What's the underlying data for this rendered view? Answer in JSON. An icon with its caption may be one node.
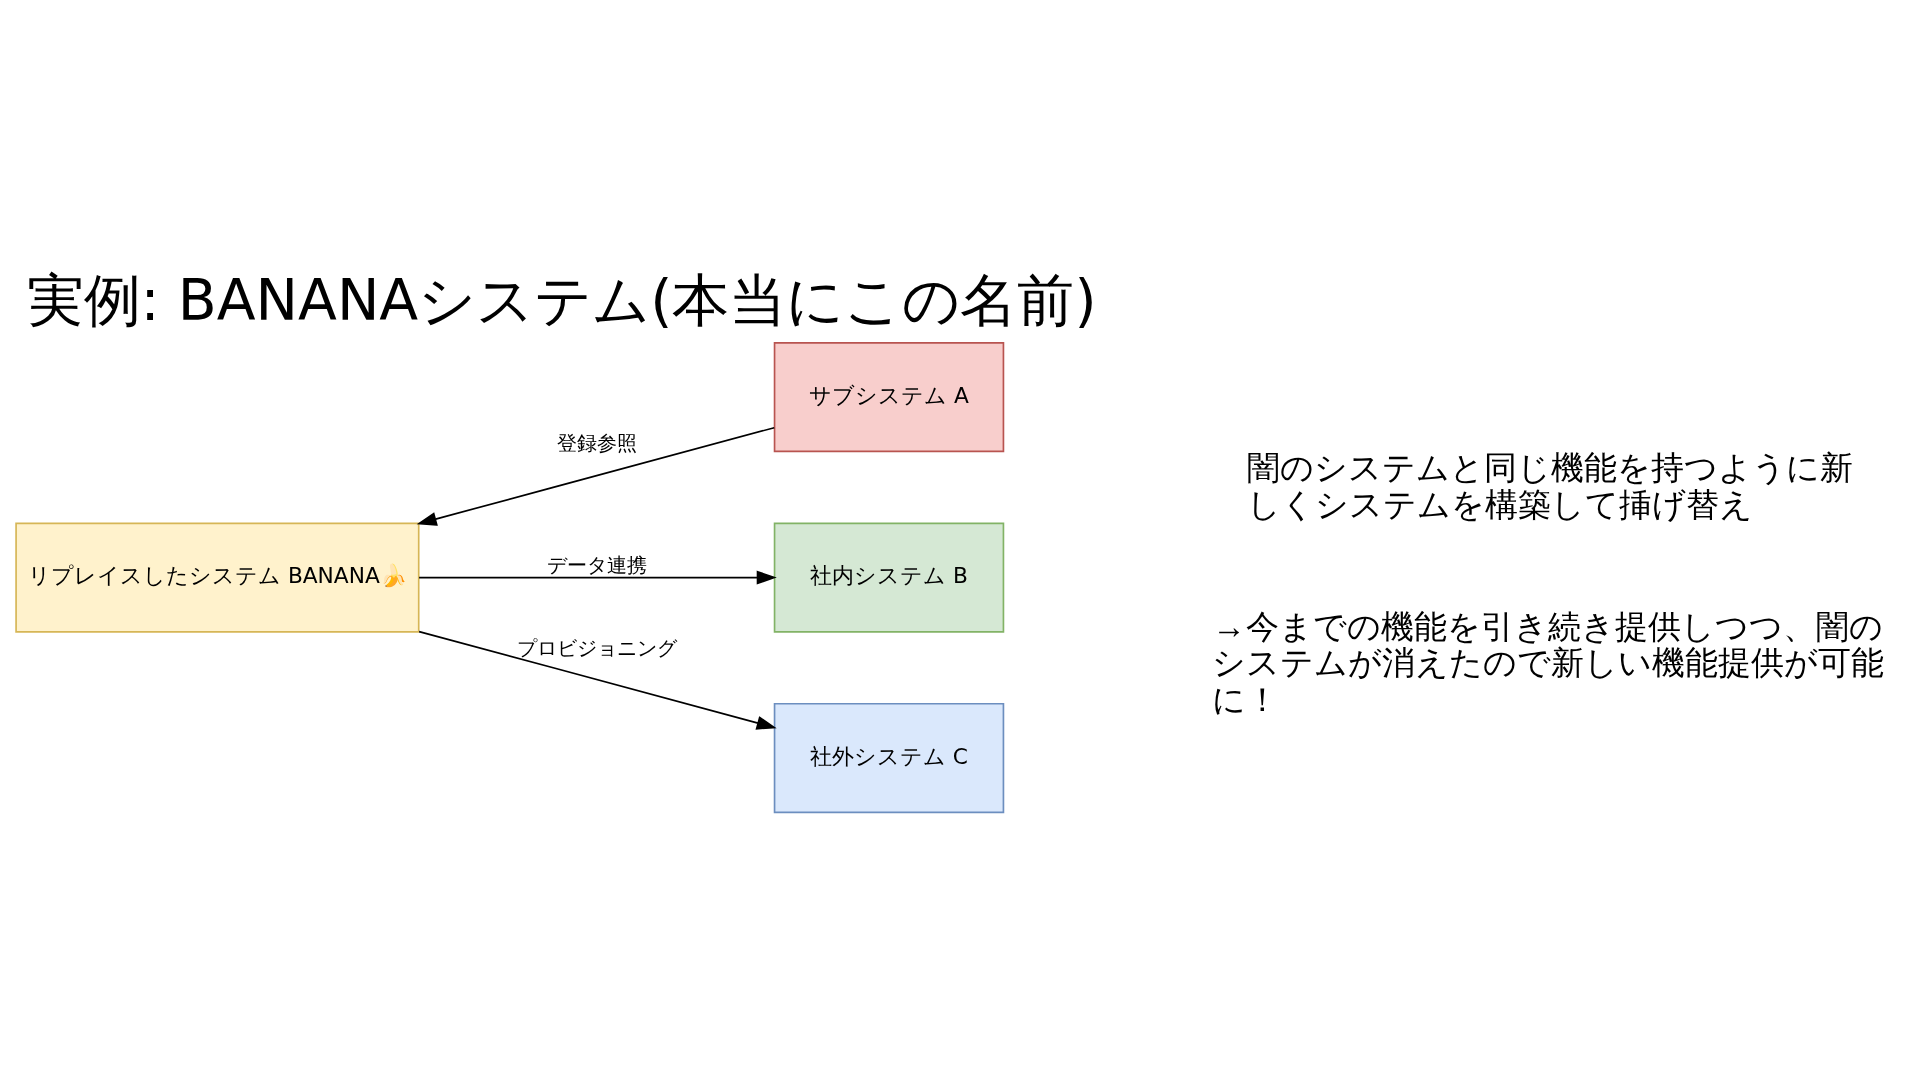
{
  "diagram": {
    "title": "実例: BANANAシステム(本当にこの名前)",
    "nodes": [
      {
        "text": [
          "サブシステム A"
        ]
      },
      {
        "text": [
          "リプレイスしたシステム BANANA🍌"
        ]
      },
      {
        "text": [
          "社内システム B"
        ]
      },
      {
        "text": [
          "社外システム C"
        ]
      }
    ],
    "edges": [
      {
        "from": 0,
        "to": 1,
        "arrow": "to",
        "label": "登録参照"
      },
      {
        "from": 1,
        "to": 2,
        "arrow": "to",
        "label": "データ連携"
      },
      {
        "from": 1,
        "to": 3,
        "arrow": "to",
        "label": "プロビジョニング"
      }
    ],
    "labels": [
      "闇のシステムと同じ機能を持つように新しくシステムを構築して挿げ替え",
      "→今までの機能を引き続き提供しつつ、闇のシステムが消えたので新しい機能提供が可能に！"
    ]
  }
}
